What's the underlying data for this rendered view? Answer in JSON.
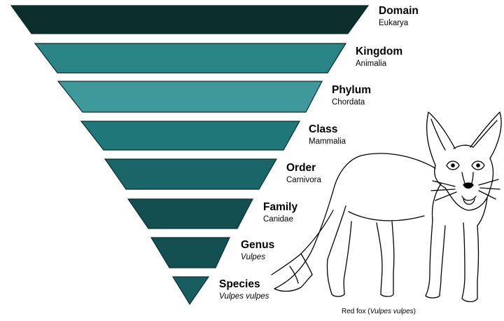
{
  "taxonomy": {
    "levels": [
      {
        "rank": "Domain",
        "value": "Eukarya",
        "italic": false,
        "color": "#0b2e2d"
      },
      {
        "rank": "Kingdom",
        "value": "Animalia",
        "italic": false,
        "color": "#2a8486"
      },
      {
        "rank": "Phylum",
        "value": "Chordata",
        "italic": false,
        "color": "#3f999b"
      },
      {
        "rank": "Class",
        "value": "Mammalia",
        "italic": false,
        "color": "#20777a"
      },
      {
        "rank": "Order",
        "value": "Carnivora",
        "italic": false,
        "color": "#1a6567"
      },
      {
        "rank": "Family",
        "value": "Canidae",
        "italic": false,
        "color": "#134f50"
      },
      {
        "rank": "Genus",
        "value": "Vulpes",
        "italic": true,
        "color": "#144f52"
      },
      {
        "rank": "Species",
        "value": "Vulpes vulpes",
        "italic": true,
        "color": "#185d60"
      }
    ]
  },
  "caption": {
    "prefix": "Red fox (",
    "species": "Vulpes vulpes",
    "suffix": ")"
  },
  "illustration": {
    "subject": "red-fox-line-drawing",
    "stroke_color": "#000000"
  }
}
